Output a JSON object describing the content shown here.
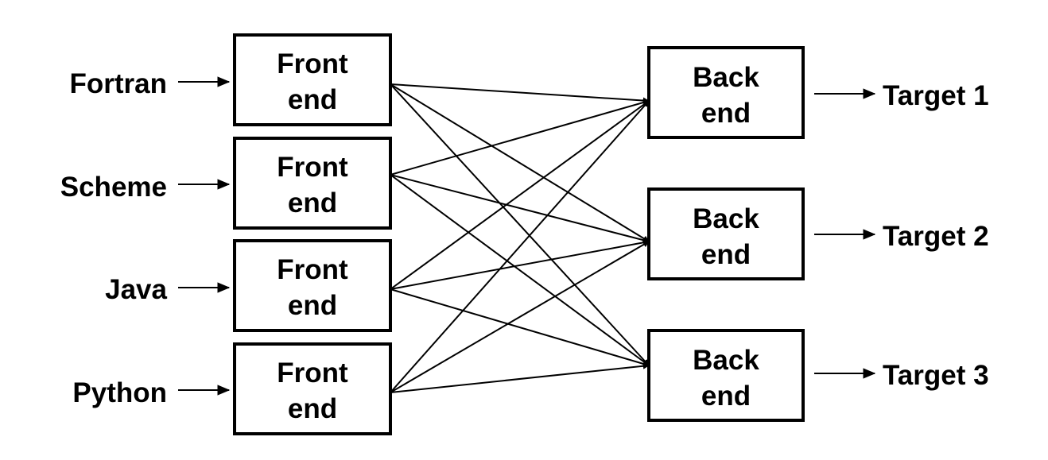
{
  "colors": {
    "stroke": "#000000",
    "background": "#ffffff"
  },
  "languages": [
    "Fortran",
    "Scheme",
    "Java",
    "Python"
  ],
  "front_end_label": {
    "line1": "Front",
    "line2": "end"
  },
  "back_end_label": {
    "line1": "Back",
    "line2": "end"
  },
  "targets": [
    "Target 1",
    "Target 2",
    "Target 3"
  ],
  "connections": "every front end connects to every back end"
}
